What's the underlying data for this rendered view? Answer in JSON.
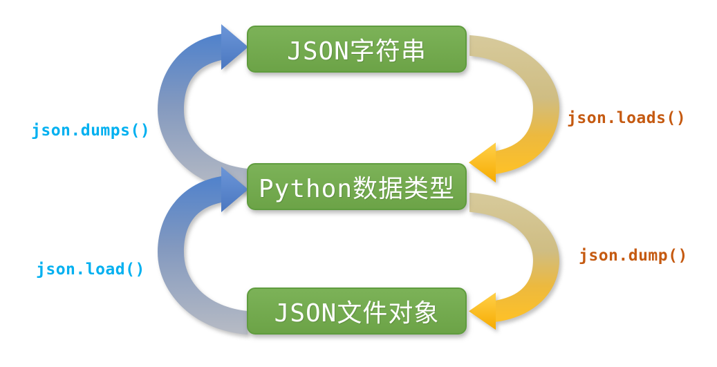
{
  "nodes": [
    {
      "label": "JSON字符串"
    },
    {
      "label": "Python数据类型"
    },
    {
      "label": "JSON文件对象"
    }
  ],
  "arrows": [
    {
      "label": "json.dumps()",
      "from": "Python数据类型",
      "to": "JSON字符串",
      "side": "left",
      "label_color": "#00B0F0",
      "head_color": "#5181C9",
      "tail_color": "#B7BBC4"
    },
    {
      "label": "json.loads()",
      "from": "JSON字符串",
      "to": "Python数据类型",
      "side": "right",
      "label_color": "#C55A11",
      "head_color": "#FEC11C",
      "tail_color": "#D5C693"
    },
    {
      "label": "json.load()",
      "from": "JSON文件对象",
      "to": "Python数据类型",
      "side": "left",
      "label_color": "#00B0F0",
      "head_color": "#5181C9",
      "tail_color": "#B7BBC4"
    },
    {
      "label": "json.dump()",
      "from": "Python数据类型",
      "to": "JSON文件对象",
      "side": "right",
      "label_color": "#C55A11",
      "head_color": "#FEC11C",
      "tail_color": "#D5C693"
    }
  ],
  "colors": {
    "background": "#FFFFFF",
    "node_fill": "#76AD52",
    "node_border": "#5F9C3E",
    "node_text": "#FFFFFF"
  }
}
